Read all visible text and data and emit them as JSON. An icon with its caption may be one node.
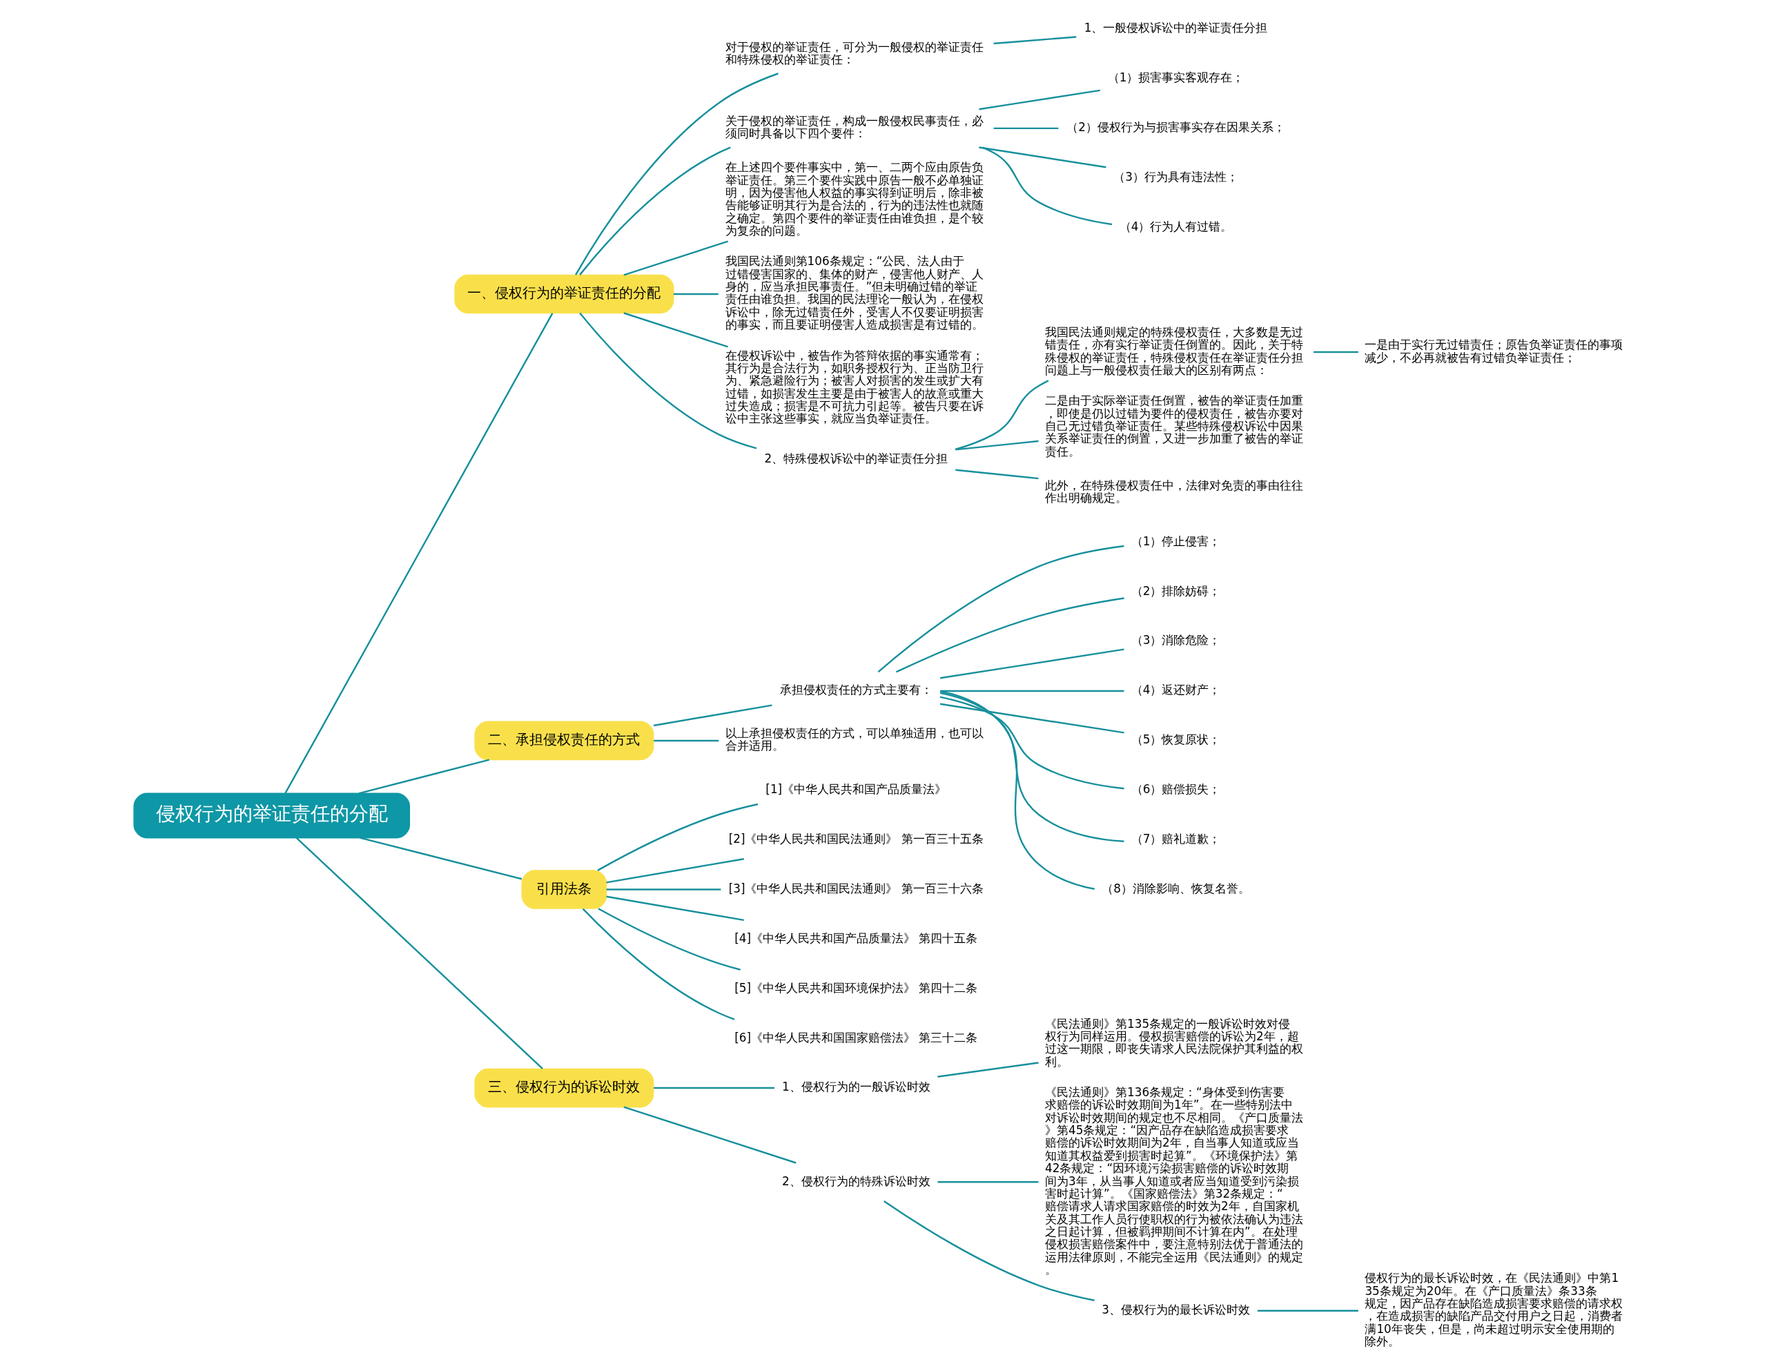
{
  "diagram": {
    "nodes": [
      {
        "text": [
          "侵权行为的举证责任的分配"
        ]
      },
      {
        "text": [
          "一、侵权行为的举证责任的分配"
        ]
      },
      {
        "text": [
          "对于侵权的举证责任，可分为一般侵权的举证责任和特殊侵权的举证责任："
        ]
      },
      {
        "text": [
          "1、一般侵权诉讼中的举证责任分担"
        ]
      },
      {
        "text": [
          "关于侵权的举证责任，构成一般侵权民事责任，必须同时具备以下四个要件："
        ]
      },
      {
        "text": [
          "（1）损害事实客观存在；"
        ]
      },
      {
        "text": [
          "（2）侵权行为与损害事实存在因果关系；"
        ]
      },
      {
        "text": [
          "（3）行为具有违法性；"
        ]
      },
      {
        "text": [
          "（4）行为人有过错。"
        ]
      },
      {
        "text": [
          "在上述四个要件事实中，第一、二两个应由原告负举证责任。第三个要件实践中原告一般不必单独证明，因为侵害他人权益的事实得到证明后，除非被告能够证明其行为是合法的，行为的违法性也就随之确定。第四个要件的举证责任由谁负担，是个较为复杂的问题。"
        ]
      },
      {
        "text": [
          "我国民法通则第106条规定：“公民、法人由于过错侵害国家的、集体的财产，侵害他人财产、人身的，应当承担民事责任。”但未明确过错的举证责任由谁负担。我国的民法理论一般认为，在侵权诉讼中，除无过错责任外，受害人不仅要证明损害的事实，而且要证明侵害人造成损害是有过错的。"
        ]
      },
      {
        "text": [
          "在侵权诉讼中，被告作为答辩依据的事实通常有；其行为是合法行为，如职务授权行为、正当防卫行为、紧急避险行为；被害人对损害的发生或扩大有过错，如损害发生主要是由于被害人的故意或重大过失造成；损害是不可抗力引起等。被告只要在诉讼中主张这些事实，就应当负举证责任。"
        ]
      },
      {
        "text": [
          "2、特殊侵权诉讼中的举证责任分担"
        ]
      },
      {
        "text": [
          "我国民法通则规定的特殊侵权责任，大多数是无过错责任，亦有实行举证责任倒置的。因此，关于特殊侵权的举证责任，特殊侵权责任在举证责任分担问题上与一般侵权责任最大的区别有两点："
        ]
      },
      {
        "text": [
          "一是由于实行无过错责任；原告负举证责任的事项减少，不必再就被告有过错负举证责任；"
        ]
      },
      {
        "text": [
          "二是由于实际举证责任倒置，被告的举证责任加重，即使是仍以过错为要件的侵权责任，被告亦要对自己无过错负举证责任。某些特殊侵权诉讼中因果关系举证责任的倒置，又进一步加重了被告的举证责任。"
        ]
      },
      {
        "text": [
          "此外，在特殊侵权责任中，法律对免责的事由往往作出明确规定。"
        ]
      },
      {
        "text": [
          "二、承担侵权责任的方式"
        ]
      },
      {
        "text": [
          "承担侵权责任的方式主要有："
        ]
      },
      {
        "text": [
          "（1）停止侵害；"
        ]
      },
      {
        "text": [
          "（2）排除妨碍；"
        ]
      },
      {
        "text": [
          "（3）消除危险；"
        ]
      },
      {
        "text": [
          "（4）返还财产；"
        ]
      },
      {
        "text": [
          "（5）恢复原状；"
        ]
      },
      {
        "text": [
          "（6）赔偿损失；"
        ]
      },
      {
        "text": [
          "（7）赔礼道歉；"
        ]
      },
      {
        "text": [
          "（8）消除影响、恢复名誉。"
        ]
      },
      {
        "text": [
          "以上承担侵权责任的方式，可以单独适用，也可以合并适用。"
        ]
      },
      {
        "text": [
          "引用法条"
        ]
      },
      {
        "text": [
          "[1]《中华人民共和国产品质量法》"
        ]
      },
      {
        "text": [
          "[2]《中华人民共和国民法通则》 第一百三十五条"
        ]
      },
      {
        "text": [
          "[3]《中华人民共和国民法通则》 第一百三十六条"
        ]
      },
      {
        "text": [
          "[4]《中华人民共和国产品质量法》 第四十五条"
        ]
      },
      {
        "text": [
          "[5]《中华人民共和国环境保护法》 第四十二条"
        ]
      },
      {
        "text": [
          "[6]《中华人民共和国国家赔偿法》 第三十二条"
        ]
      },
      {
        "text": [
          "三、侵权行为的诉讼时效"
        ]
      },
      {
        "text": [
          "1、侵权行为的一般诉讼时效"
        ]
      },
      {
        "text": [
          "《民法通则》第135条规定的一般诉讼时效对侵权行为同样运用。侵权损害赔偿的诉讼为2年，超过这一期限，即丧失请求人民法院保护其利益的权利。"
        ]
      },
      {
        "text": [
          "2、侵权行为的特殊诉讼时效"
        ]
      },
      {
        "text": [
          "《民法通则》第136条规定：“身体受到伤害要求赔偿的诉讼时效期间为1年”。在一些特别法中对诉讼时效期间的规定也不尽相同。《产口质量法》第45条规定：“因产品存在缺陷造成损害要求赔偿的诉讼时效期间为2年，自当事人知道或应当知道其权益爱到损害时起算”。《环境保护法》第42条规定：“因环境污染损害赔偿的诉讼时效期间为3年，从当事人知道或者应当知道受到污染损害时起计算”。《国家赔偿法》第32条规定：“赔偿请求人请求国家赔偿的时效为2年，自国家机关及其工作人员行使职权的行为被依法确认为违法之日起计算，但被羁押期间不计算在内”。在处理侵权损害赔偿案件中，要注意特别法优于普通法的运用法律原则，不能完全运用《民法通则》的规定。"
        ]
      },
      {
        "text": [
          "3、侵权行为的最长诉讼时效"
        ]
      },
      {
        "text": [
          "侵权行为的最长诉讼时效，在《民法通则》中第135条规定为20年。在《产口质量法》条33条规定，因产品存在缺陷造成损害要求赔偿的请求权，在造成损害的缺陷产品交付用户之日起，消费者满10年丧失，但是，尚未超过明示安全使用期的除外。"
        ]
      }
    ],
    "edges": [
      {
        "from": 0,
        "to": 1,
        "arrow": "none"
      },
      {
        "from": 1,
        "to": 2,
        "arrow": "none"
      },
      {
        "from": 2,
        "to": 3,
        "arrow": "none"
      },
      {
        "from": 1,
        "to": 4,
        "arrow": "none"
      },
      {
        "from": 4,
        "to": 5,
        "arrow": "none"
      },
      {
        "from": 4,
        "to": 6,
        "arrow": "none"
      },
      {
        "from": 4,
        "to": 7,
        "arrow": "none"
      },
      {
        "from": 4,
        "to": 8,
        "arrow": "none"
      },
      {
        "from": 1,
        "to": 9,
        "arrow": "none"
      },
      {
        "from": 1,
        "to": 10,
        "arrow": "none"
      },
      {
        "from": 1,
        "to": 11,
        "arrow": "none"
      },
      {
        "from": 1,
        "to": 12,
        "arrow": "none"
      },
      {
        "from": 12,
        "to": 13,
        "arrow": "none"
      },
      {
        "from": 13,
        "to": 14,
        "arrow": "none"
      },
      {
        "from": 12,
        "to": 15,
        "arrow": "none"
      },
      {
        "from": 12,
        "to": 16,
        "arrow": "none"
      },
      {
        "from": 0,
        "to": 17,
        "arrow": "none"
      },
      {
        "from": 17,
        "to": 18,
        "arrow": "none"
      },
      {
        "from": 18,
        "to": 19,
        "arrow": "none"
      },
      {
        "from": 18,
        "to": 20,
        "arrow": "none"
      },
      {
        "from": 18,
        "to": 21,
        "arrow": "none"
      },
      {
        "from": 18,
        "to": 22,
        "arrow": "none"
      },
      {
        "from": 18,
        "to": 23,
        "arrow": "none"
      },
      {
        "from": 18,
        "to": 24,
        "arrow": "none"
      },
      {
        "from": 18,
        "to": 25,
        "arrow": "none"
      },
      {
        "from": 18,
        "to": 26,
        "arrow": "none"
      },
      {
        "from": 17,
        "to": 27,
        "arrow": "none"
      },
      {
        "from": 0,
        "to": 28,
        "arrow": "none"
      },
      {
        "from": 28,
        "to": 29,
        "arrow": "none"
      },
      {
        "from": 28,
        "to": 30,
        "arrow": "none"
      },
      {
        "from": 28,
        "to": 31,
        "arrow": "none"
      },
      {
        "from": 28,
        "to": 32,
        "arrow": "none"
      },
      {
        "from": 28,
        "to": 33,
        "arrow": "none"
      },
      {
        "from": 28,
        "to": 34,
        "arrow": "none"
      },
      {
        "from": 0,
        "to": 35,
        "arrow": "none"
      },
      {
        "from": 35,
        "to": 36,
        "arrow": "none"
      },
      {
        "from": 36,
        "to": 37,
        "arrow": "none"
      },
      {
        "from": 35,
        "to": 38,
        "arrow": "none"
      },
      {
        "from": 38,
        "to": 39,
        "arrow": "none"
      },
      {
        "from": 38,
        "to": 40,
        "arrow": "none"
      },
      {
        "from": 40,
        "to": 41,
        "arrow": "none"
      }
    ]
  }
}
